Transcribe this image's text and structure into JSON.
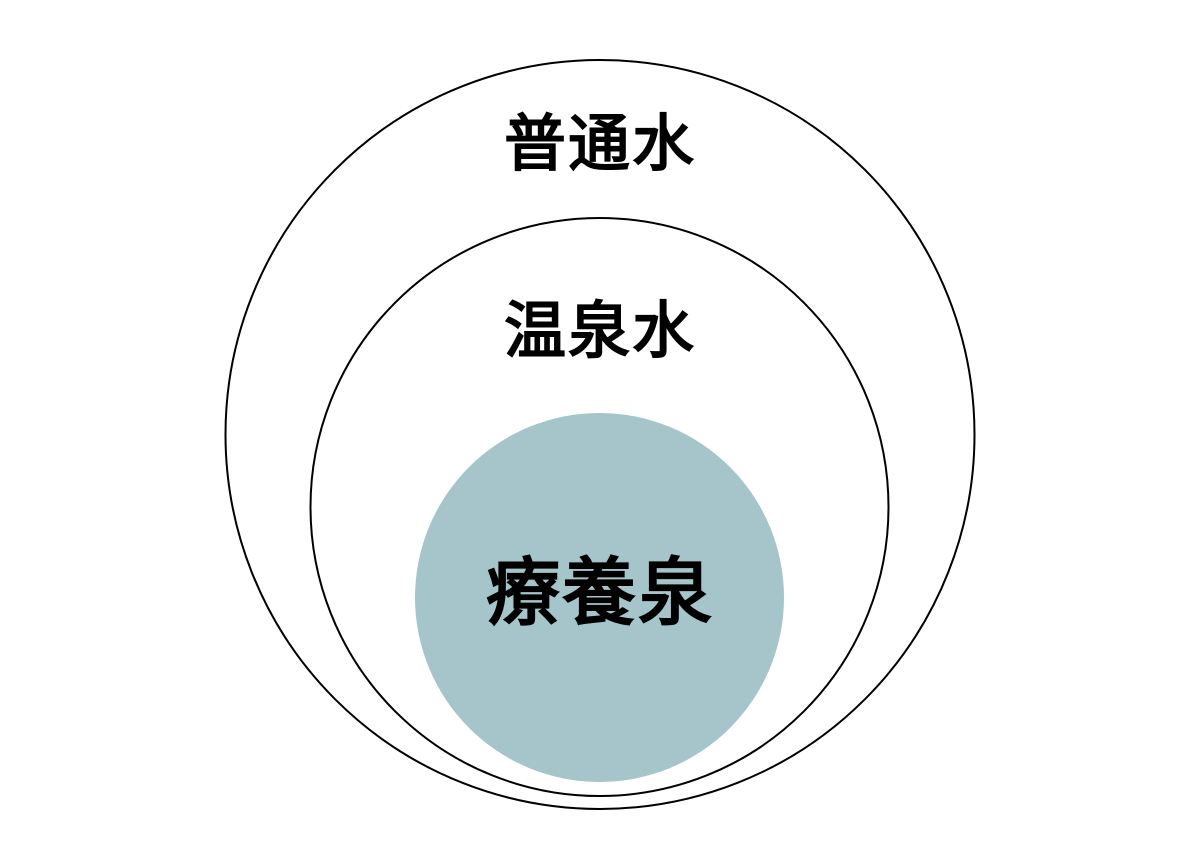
{
  "diagram": {
    "type": "nested-venn",
    "outer": {
      "label": "普通水",
      "fill": "#ffffff",
      "stroke": "#000000"
    },
    "middle": {
      "label": "温泉水",
      "fill": "#ffffff",
      "stroke": "#000000"
    },
    "inner": {
      "label": "療養泉",
      "fill": "#a5c5ca"
    }
  }
}
